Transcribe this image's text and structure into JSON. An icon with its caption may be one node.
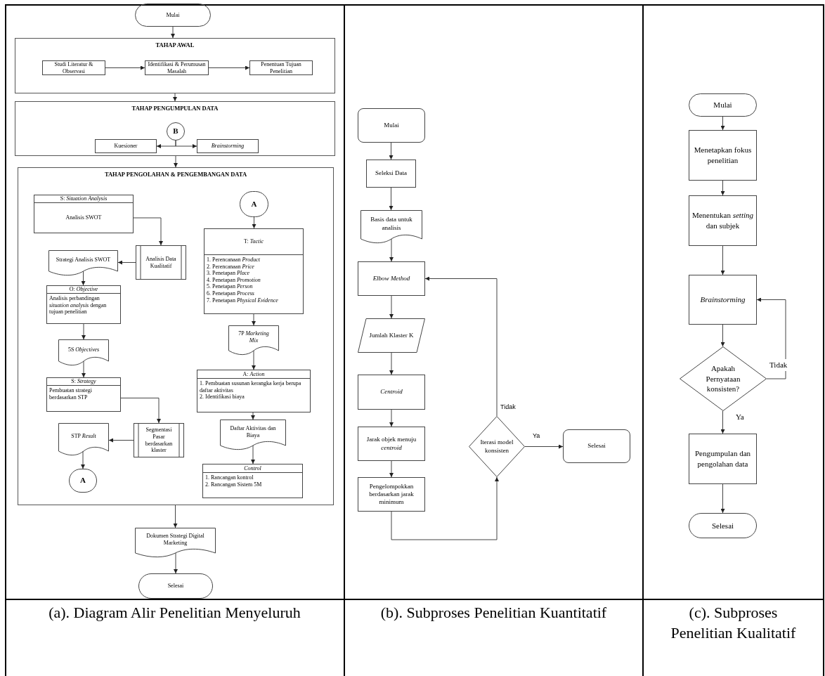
{
  "diagram": {
    "nodes": [
      {
        "text": [
          "Mulai"
        ]
      },
      {
        "text": [
          "TAHAP AWAL"
        ]
      },
      {
        "text": [
          "Studi Literatur & Observasi"
        ],
        "in": 1
      },
      {
        "text": [
          "Identifikasi & Perumusan Masalah"
        ],
        "in": 1
      },
      {
        "text": [
          "Penentuan Tujuan Penelitian"
        ],
        "in": 1
      },
      {
        "text": [
          "TAHAP PENGUMPULAN DATA"
        ]
      },
      {
        "text": [
          "B"
        ],
        "in": 5
      },
      {
        "text": [
          "Kuesioner"
        ],
        "in": 5
      },
      {
        "text": [
          "Brainstorming"
        ],
        "in": 5
      },
      {
        "text": [
          "TAHAP PENGOLAHAN & PENGEMBANGAN DATA"
        ]
      },
      {
        "text": [
          "S: *Situation Analysis*",
          "Analisis SWOT"
        ],
        "in": 9
      },
      {
        "text": [
          "Analisis Data Kualitatif"
        ],
        "in": 9
      },
      {
        "text": [
          "Strategi Analisis SWOT"
        ],
        "in": 9
      },
      {
        "text": [
          "O: *Objective*",
          "Analisis perbandingan *situation analysis* dengan tujuan penelitian"
        ],
        "in": 9
      },
      {
        "text": [
          "5S *Objectives*"
        ],
        "in": 9
      },
      {
        "text": [
          "S: *Strategy*",
          "Pembuatan strategi berdasarkan STP"
        ],
        "in": 9
      },
      {
        "text": [
          "Segmentasi Pasar berdasarkan klaster"
        ],
        "in": 9
      },
      {
        "text": [
          "STP *Result*"
        ],
        "in": 9
      },
      {
        "text": [
          "A"
        ],
        "in": 9
      },
      {
        "text": [
          "A"
        ],
        "in": 9
      },
      {
        "text": [
          "T: *Tactic*",
          "1. Perencanaan *Product*",
          "2. Perencanaan *Price*",
          "3. Penetapan *Place*",
          "4. Penetapan *Promotion*",
          "5. Penetapan *Person*",
          "6. Penetapan *Process*",
          "7. Penetapan *Physical Evidence*"
        ],
        "in": 9
      },
      {
        "text": [
          "7P *Marketing Mix*"
        ],
        "in": 9
      },
      {
        "text": [
          "A: *Action*",
          "1. Pembuatan susunan kerangka kerja berupa daftar aktivitas",
          "2. Identifikasi biaya"
        ],
        "in": 9
      },
      {
        "text": [
          "Daftar Aktivitas dan Biaya"
        ],
        "in": 9
      },
      {
        "text": [
          "Control",
          "1. Rancangan kontrol",
          "2. Rancangan Sistem 5M"
        ],
        "in": 9
      },
      {
        "text": [
          "Dokumen Strategi Digital Marketing"
        ]
      },
      {
        "text": [
          "Selesai"
        ]
      },
      {
        "text": [
          "Mulai"
        ]
      },
      {
        "text": [
          "Seleksi Data"
        ]
      },
      {
        "text": [
          "Basis data untuk analisis"
        ]
      },
      {
        "text": [
          "Elbow Method"
        ]
      },
      {
        "text": [
          "Jumlah Klaster K"
        ]
      },
      {
        "text": [
          "Centroid"
        ]
      },
      {
        "text": [
          "Jarak objek menuju *centroid*"
        ]
      },
      {
        "text": [
          "Pengelompokkan berdasarkan jarak minimum"
        ]
      },
      {
        "text": [
          "Iterasi model konsisten"
        ]
      },
      {
        "text": [
          "Selesai"
        ]
      },
      {
        "text": [
          "Mulai"
        ]
      },
      {
        "text": [
          "Menetapkan fokus penelitian"
        ]
      },
      {
        "text": [
          "Menentukan *setting* dan subjek"
        ]
      },
      {
        "text": [
          "Brainstorming"
        ]
      },
      {
        "text": [
          "Apakah Pernyataan konsisten?"
        ]
      },
      {
        "text": [
          "Pengumpulan dan pengolahan data"
        ]
      },
      {
        "text": [
          "Selesai"
        ]
      }
    ],
    "edges": [
      {
        "from": 0,
        "to": 1,
        "arrow": "to"
      },
      {
        "from": 2,
        "to": 3,
        "arrow": "to"
      },
      {
        "from": 3,
        "to": 4,
        "arrow": "to"
      },
      {
        "from": 1,
        "to": 5,
        "arrow": "to"
      },
      {
        "from": 6,
        "to": 7,
        "arrow": "to"
      },
      {
        "from": 6,
        "to": 8,
        "arrow": "to"
      },
      {
        "from": 5,
        "to": 9,
        "arrow": "to"
      },
      {
        "from": 10,
        "to": 11,
        "arrow": "to"
      },
      {
        "from": 11,
        "to": 12,
        "arrow": "to"
      },
      {
        "from": 12,
        "to": 13,
        "arrow": "to"
      },
      {
        "from": 13,
        "to": 14,
        "arrow": "to"
      },
      {
        "from": 14,
        "to": 15,
        "arrow": "to"
      },
      {
        "from": 15,
        "to": 16,
        "arrow": "to"
      },
      {
        "from": 16,
        "to": 17,
        "arrow": "to"
      },
      {
        "from": 17,
        "to": 18,
        "arrow": "to"
      },
      {
        "from": 19,
        "to": 20,
        "arrow": "to"
      },
      {
        "from": 20,
        "to": 21,
        "arrow": "to"
      },
      {
        "from": 21,
        "to": 22,
        "arrow": "to"
      },
      {
        "from": 22,
        "to": 23,
        "arrow": "to"
      },
      {
        "from": 23,
        "to": 24,
        "arrow": "to"
      },
      {
        "from": 9,
        "to": 25,
        "arrow": "to"
      },
      {
        "from": 25,
        "to": 26,
        "arrow": "to"
      },
      {
        "from": 27,
        "to": 28,
        "arrow": "to"
      },
      {
        "from": 28,
        "to": 29,
        "arrow": "to"
      },
      {
        "from": 29,
        "to": 30,
        "arrow": "to"
      },
      {
        "from": 30,
        "to": 31,
        "arrow": "to"
      },
      {
        "from": 31,
        "to": 32,
        "arrow": "to"
      },
      {
        "from": 32,
        "to": 33,
        "arrow": "to"
      },
      {
        "from": 33,
        "to": 34,
        "arrow": "to"
      },
      {
        "from": 34,
        "to": 35,
        "arrow": "to"
      },
      {
        "from": 35,
        "to": 30,
        "arrow": "to",
        "label": "Tidak"
      },
      {
        "from": 35,
        "to": 36,
        "arrow": "to",
        "label": "Ya"
      },
      {
        "from": 37,
        "to": 38,
        "arrow": "to"
      },
      {
        "from": 38,
        "to": 39,
        "arrow": "to"
      },
      {
        "from": 39,
        "to": 40,
        "arrow": "to"
      },
      {
        "from": 40,
        "to": 41,
        "arrow": "to"
      },
      {
        "from": 41,
        "to": 40,
        "arrow": "to",
        "label": "Tidak"
      },
      {
        "from": 41,
        "to": 42,
        "arrow": "to",
        "label": "Ya"
      },
      {
        "from": 42,
        "to": 43,
        "arrow": "to"
      }
    ],
    "labels": [
      "(a). Diagram Alir Penelitian Menyeluruh",
      "(b). Subproses Penelitian Kuantitatif",
      "(c). Subproses Penelitian Kualitatif"
    ]
  }
}
